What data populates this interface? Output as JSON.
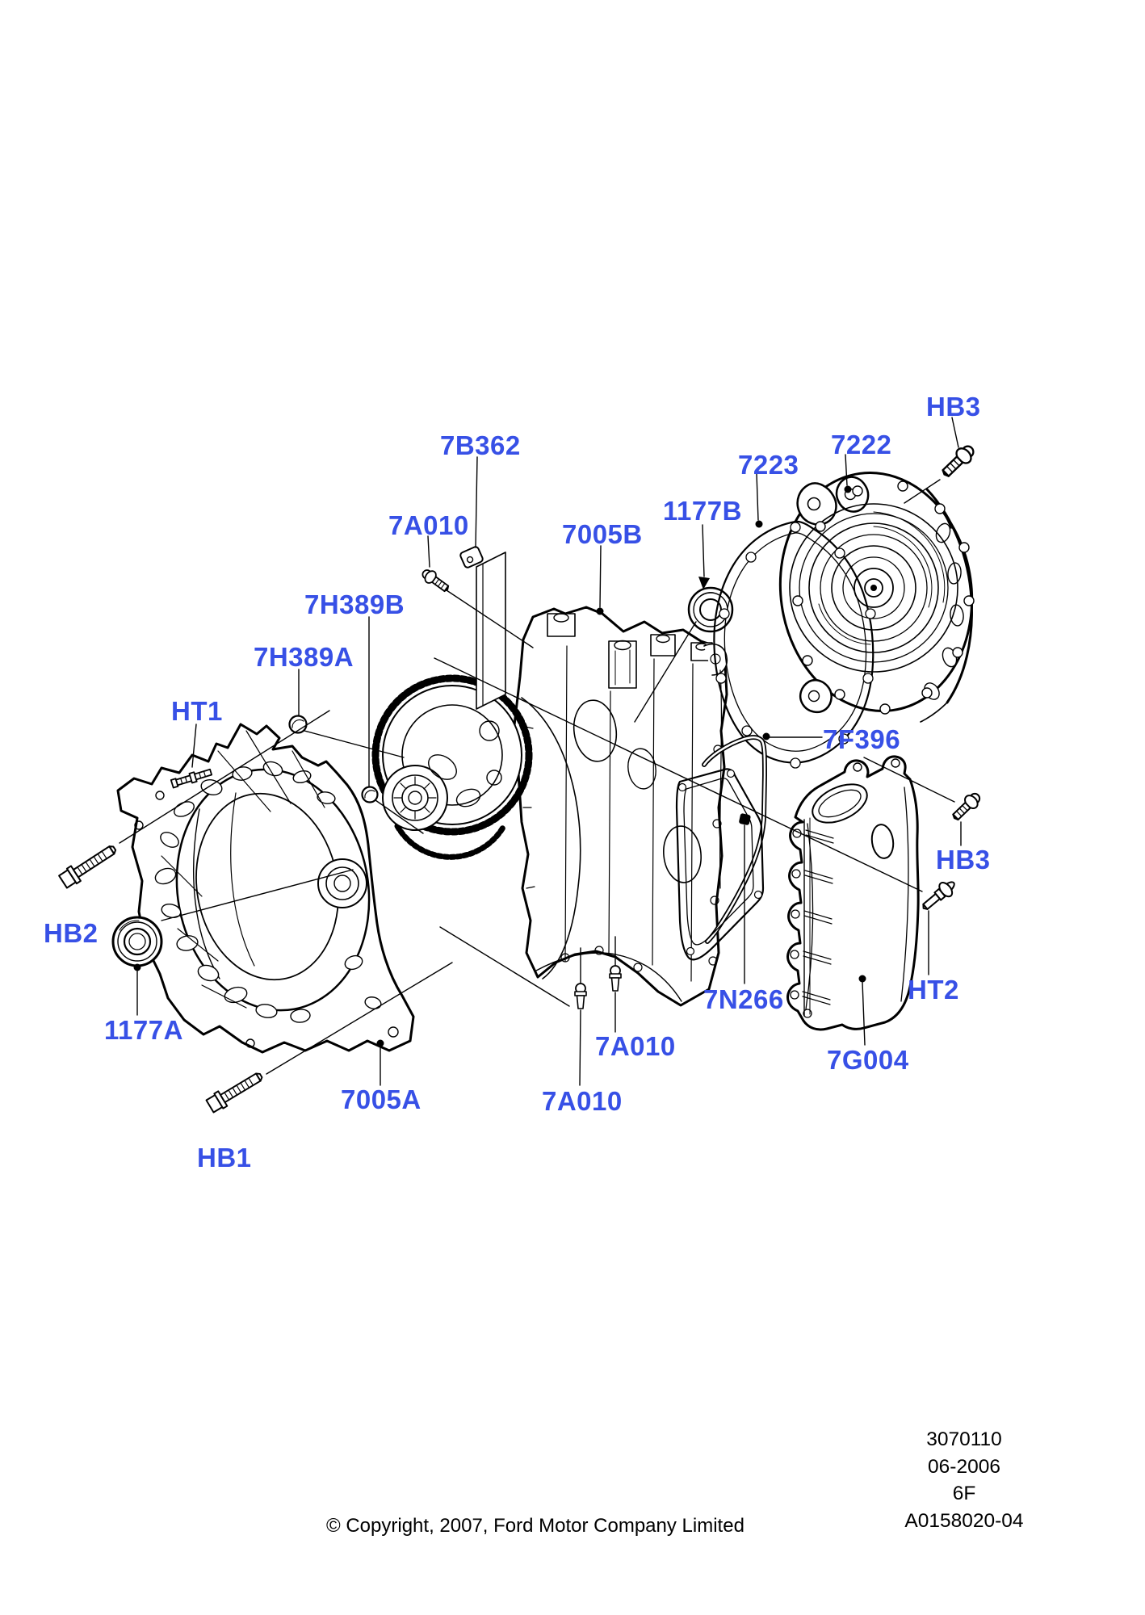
{
  "colors": {
    "callout": "#3750e6",
    "line_art": "#000000",
    "background": "#ffffff"
  },
  "callouts": {
    "hb3_top": "HB3",
    "c7222": "7222",
    "c7223": "7223",
    "c1177b": "1177B",
    "c7b362": "7B362",
    "c7a010_top": "7A010",
    "c7005b": "7005B",
    "c7h389b": "7H389B",
    "c7h389a": "7H389A",
    "ht1": "HT1",
    "c7f396": "7F396",
    "hb3_right": "HB3",
    "hb2": "HB2",
    "c1177a": "1177A",
    "c7005a": "7005A",
    "hb1": "HB1",
    "c7a010_mid": "7A010",
    "c7a010_low": "7A010",
    "c7n266": "7N266",
    "ht2": "HT2",
    "c7g004": "7G004"
  },
  "footer": {
    "doc_number": "3070110",
    "revision_date": "06-2006",
    "transmission_code": "6F",
    "figure_ref": "A0158020-04",
    "copyright": "© Copyright, 2007, Ford Motor Company Limited"
  }
}
